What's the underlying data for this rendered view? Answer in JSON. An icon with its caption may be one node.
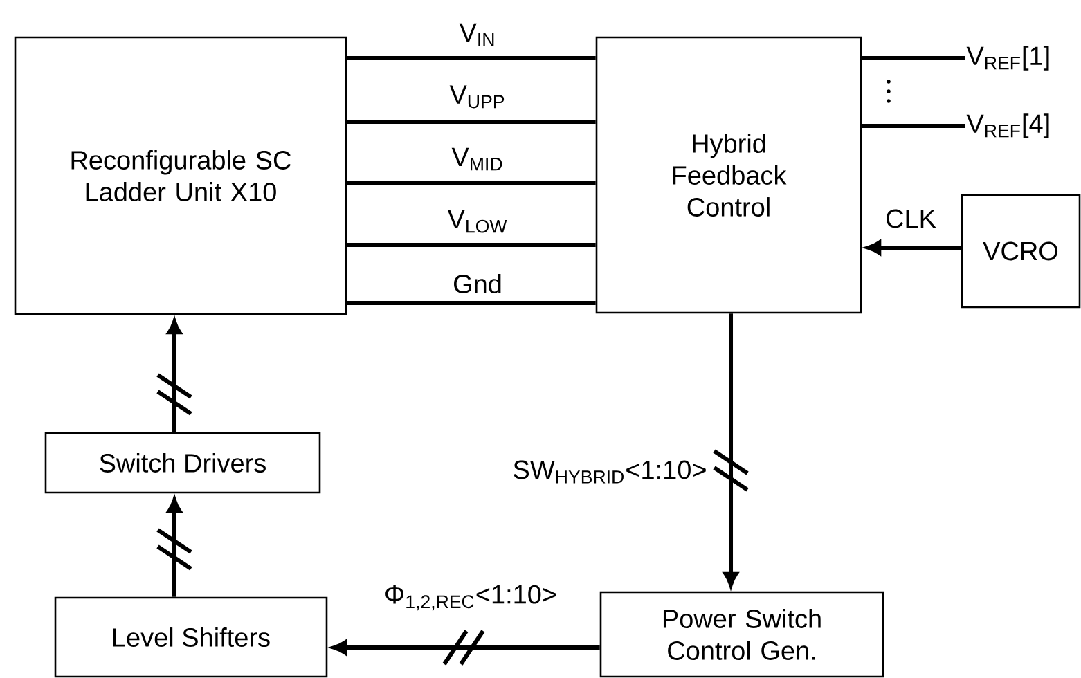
{
  "diagram": {
    "nodes": [
      {
        "text": [
          "Reconfigurable SC Ladder Unit X10"
        ]
      },
      {
        "text": [
          "Hybrid Feedback Control"
        ]
      },
      {
        "text": [
          "VCRO"
        ]
      },
      {
        "text": [
          "Switch Drivers"
        ]
      },
      {
        "text": [
          "Level Shifters"
        ]
      },
      {
        "text": [
          "Power Switch Control Gen."
        ]
      },
      {
        "text": [
          "V$_{REF}$[1]"
        ]
      },
      {
        "text": [
          "V$_{REF}$[4]"
        ]
      }
    ],
    "edges": [
      {
        "from": 0,
        "to": 1,
        "arrow": "none",
        "label": "V$_{IN}$"
      },
      {
        "from": 0,
        "to": 1,
        "arrow": "none",
        "label": "V$_{UPP}$"
      },
      {
        "from": 0,
        "to": 1,
        "arrow": "none",
        "label": "V$_{MID}$"
      },
      {
        "from": 0,
        "to": 1,
        "arrow": "none",
        "label": "V$_{LOW}$"
      },
      {
        "from": 0,
        "to": 1,
        "arrow": "none",
        "label": "Gnd"
      },
      {
        "from": 1,
        "to": 6,
        "arrow": "none"
      },
      {
        "from": 1,
        "to": 7,
        "arrow": "none"
      },
      {
        "from": 2,
        "to": 1,
        "arrow": "to",
        "label": "CLK"
      },
      {
        "from": 1,
        "to": 5,
        "arrow": "to",
        "label": "SW$_{HYBRID}$<1:10>"
      },
      {
        "from": 5,
        "to": 4,
        "arrow": "to",
        "label": "Φ$_{1,2,REC}$<1:10>"
      },
      {
        "from": 4,
        "to": 3,
        "arrow": "to"
      },
      {
        "from": 3,
        "to": 0,
        "arrow": "to"
      }
    ]
  }
}
